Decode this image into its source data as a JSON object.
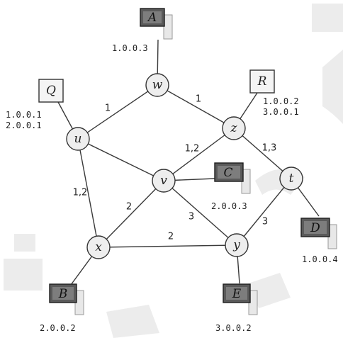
{
  "nodes": [
    {
      "id": "w",
      "label": "w"
    },
    {
      "id": "u",
      "label": "u"
    },
    {
      "id": "z",
      "label": "z"
    },
    {
      "id": "v",
      "label": "v"
    },
    {
      "id": "t",
      "label": "t"
    },
    {
      "id": "x",
      "label": "x"
    },
    {
      "id": "y",
      "label": "y"
    }
  ],
  "routers": [
    {
      "id": "Q",
      "label": "Q",
      "attached_to": "u",
      "addresses": [
        "1.0.0.1",
        "2.0.0.1"
      ]
    },
    {
      "id": "R",
      "label": "R",
      "attached_to": "z",
      "addresses": [
        "1.0.0.2",
        "3.0.0.1"
      ]
    }
  ],
  "hosts": [
    {
      "id": "A",
      "label": "A",
      "attached_to": "w",
      "address": "1.0.0.3"
    },
    {
      "id": "B",
      "label": "B",
      "attached_to": "x",
      "address": "2.0.0.2"
    },
    {
      "id": "C",
      "label": "C",
      "attached_to": "v",
      "address": "2.0.0.3"
    },
    {
      "id": "D",
      "label": "D",
      "attached_to": "t",
      "address": "1.0.0.4"
    },
    {
      "id": "E",
      "label": "E",
      "attached_to": "y",
      "address": "3.0.0.2"
    }
  ],
  "links": [
    {
      "from": "w",
      "to": "u",
      "weight": "1"
    },
    {
      "from": "w",
      "to": "z",
      "weight": "1"
    },
    {
      "from": "u",
      "to": "v",
      "weight": ""
    },
    {
      "from": "u",
      "to": "x",
      "weight": "1,2"
    },
    {
      "from": "z",
      "to": "v",
      "weight": "1,2"
    },
    {
      "from": "z",
      "to": "t",
      "weight": "1,3"
    },
    {
      "from": "v",
      "to": "x",
      "weight": "2"
    },
    {
      "from": "v",
      "to": "y",
      "weight": "3"
    },
    {
      "from": "x",
      "to": "y",
      "weight": "2"
    },
    {
      "from": "t",
      "to": "y",
      "weight": "3"
    }
  ]
}
